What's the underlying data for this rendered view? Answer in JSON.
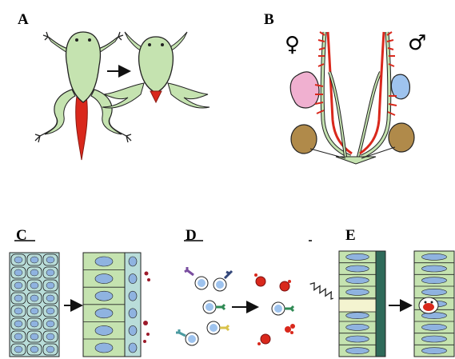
{
  "panels": {
    "a": {
      "label": "A"
    },
    "b": {
      "label": "B",
      "female_symbol": "♀",
      "male_symbol": "♂"
    },
    "c": {
      "label": "C"
    },
    "d": {
      "label": "D"
    },
    "e": {
      "label": "E"
    }
  },
  "colors": {
    "tissue_green": "#c5e3b0",
    "outline": "#222222",
    "red": "#d9281c",
    "nucleus_blue": "#8fb3e0",
    "cell_teal": "#b9ddd9",
    "ovary_pink": "#f0b0d0",
    "testis_blue": "#9ec3ee",
    "kidney_brown": "#b08a4a",
    "dark_red_dot": "#9c1a2a",
    "receptor_purple": "#7a4ea0",
    "receptor_green": "#2f8a54",
    "receptor_yellow": "#d9c24a",
    "receptor_teal": "#4a9aa0",
    "receptor_navy": "#33477a"
  },
  "icons": [
    "tadpole-icon",
    "froglet-icon",
    "reproductive-tract-icon",
    "epithelium-icon",
    "immune-cell-icon",
    "arrow-icon",
    "spring-signal-icon"
  ]
}
